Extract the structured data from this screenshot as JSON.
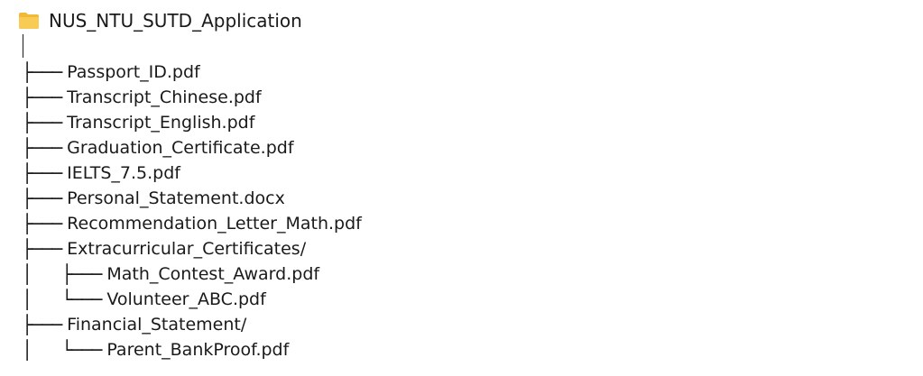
{
  "root": {
    "icon": "folder-icon",
    "icon_color": "#F5C24A",
    "label": "NUS_NTU_SUTD_Application"
  },
  "entries": [
    {
      "connector": "├───",
      "label": "Passport_ID.pdf"
    },
    {
      "connector": "├───",
      "label": "Transcript_Chinese.pdf"
    },
    {
      "connector": "├───",
      "label": "Transcript_English.pdf"
    },
    {
      "connector": "├───",
      "label": "Graduation_Certificate.pdf"
    },
    {
      "connector": "├───",
      "label": "IELTS_7.5.pdf"
    },
    {
      "connector": "├───",
      "label": "Personal_Statement.docx"
    },
    {
      "connector": "├───",
      "label": "Recommendation_Letter_Math.pdf"
    },
    {
      "connector": "├───",
      "label": "Extracurricular_Certificates/"
    },
    {
      "connector": "│   ├───",
      "label": "Math_Contest_Award.pdf"
    },
    {
      "connector": "│   └───",
      "label": "Volunteer_ABC.pdf"
    },
    {
      "connector": "├───",
      "label": "Financial_Statement/"
    },
    {
      "connector": "│   └───",
      "label": "Parent_BankProof.pdf"
    }
  ]
}
